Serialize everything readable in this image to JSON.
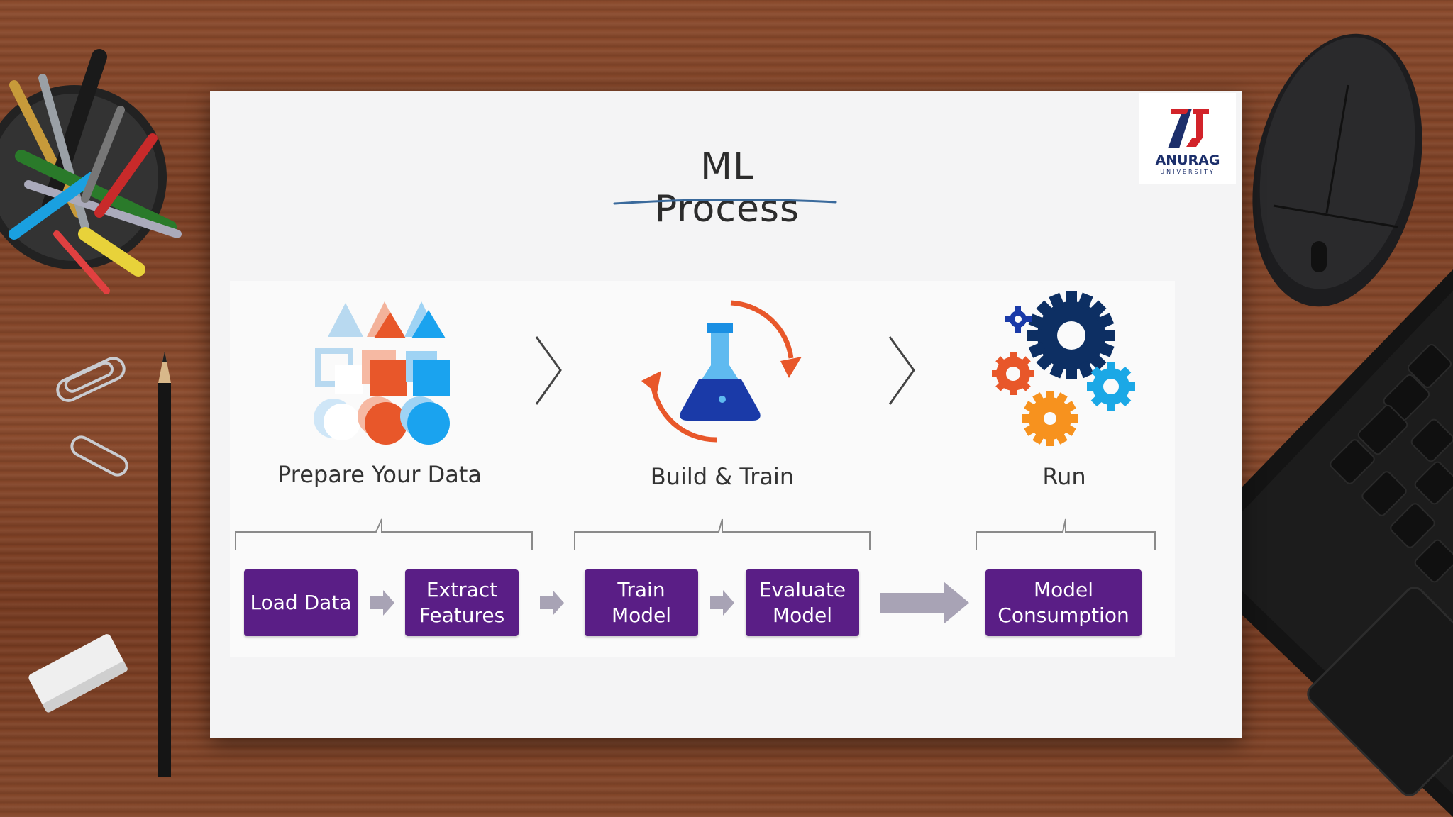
{
  "slide": {
    "title": "ML Process",
    "logo": {
      "name": "ANURAG",
      "subtitle": "UNIVERSITY"
    }
  },
  "stages": [
    {
      "label": "Prepare Your Data",
      "icon": "shapes-icon"
    },
    {
      "label": "Build & Train",
      "icon": "flask-cycle-icon"
    },
    {
      "label": "Run",
      "icon": "gears-icon"
    }
  ],
  "steps": [
    {
      "label": "Load Data"
    },
    {
      "label": "Extract\nFeatures"
    },
    {
      "label": "Train\nModel"
    },
    {
      "label": "Evaluate\nModel"
    },
    {
      "label": "Model\nConsumption"
    }
  ],
  "colors": {
    "step_box": "#5a1e86",
    "step_arrow": "#a8a3b5",
    "accent_orange": "#e8572a",
    "accent_blue": "#1a8fe3",
    "accent_navy": "#0d2f63"
  }
}
